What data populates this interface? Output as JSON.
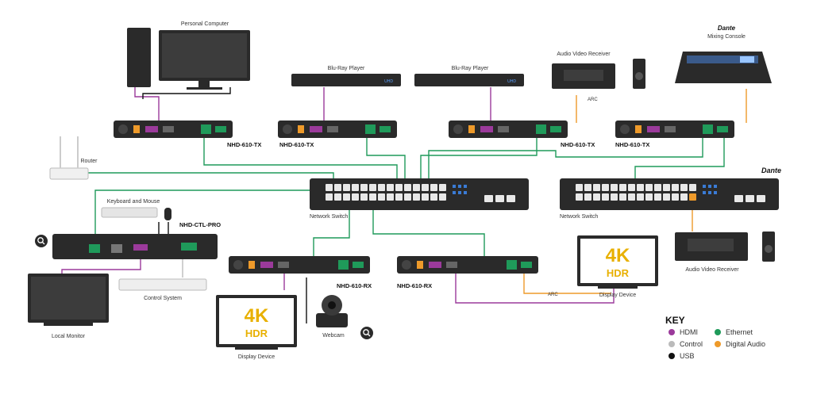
{
  "colors": {
    "hdmi": "#9b3a9b",
    "ethernet": "#1f9a5a",
    "control": "#bbbbbb",
    "usb": "#111111",
    "digital_audio": "#ee9a2a",
    "device": "#2a2a2a"
  },
  "labels": {
    "personal_computer": "Personal Computer",
    "bluray_1": "Blu-Ray Player",
    "bluray_2": "Blu-Ray Player",
    "avr_top": "Audio Video Receiver",
    "dante_top": "Dante",
    "mixing_console": "Mixing Console",
    "router": "Router",
    "dante_switch": "Dante",
    "keyboard_mouse": "Keyboard and Mouse",
    "ctl_pro": "NHD-CTL-PRO",
    "switch_1": "Network Switch",
    "switch_2": "Network Switch",
    "avr_bottom": "Audio Video Receiver",
    "local_monitor": "Local Monitor",
    "control_system": "Control System",
    "webcam": "Webcam",
    "display_left": "Display Device",
    "display_right": "Display Device",
    "arc_top": "ARC",
    "arc_bottom": "ARC",
    "bluray_logo": "UHD"
  },
  "tx_labels": [
    "NHD-610-TX",
    "NHD-610-TX",
    "NHD-610-TX",
    "NHD-610-TX"
  ],
  "rx_labels": [
    "NHD-610-RX",
    "NHD-610-RX"
  ],
  "display_text": {
    "big": "4K",
    "small": "HDR"
  },
  "key": {
    "title": "KEY",
    "items": [
      "HDMI",
      "Ethernet",
      "Control",
      "Digital Audio",
      "USB"
    ]
  }
}
